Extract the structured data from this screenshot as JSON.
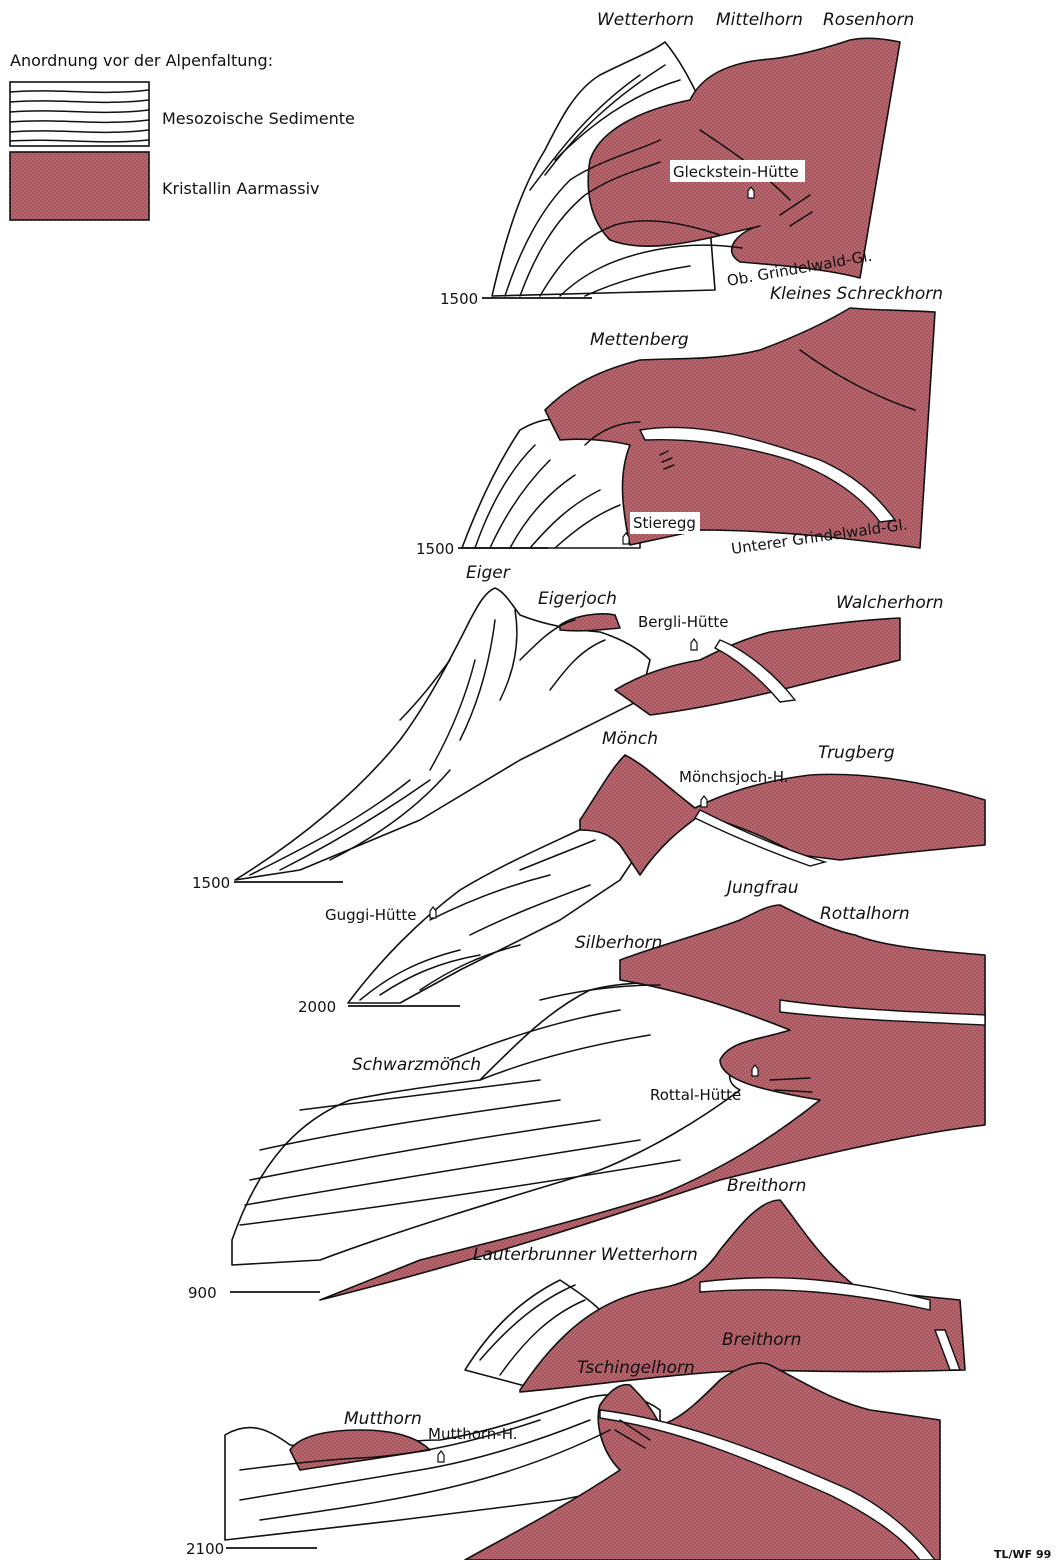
{
  "legend": {
    "title": "Anordnung vor der Alpenfaltung:",
    "items": [
      {
        "label": "Mesozoische Sedimente",
        "pattern": "white-lines"
      },
      {
        "label": "Kristallin Aarmassiv",
        "pattern": "red-stipple"
      }
    ]
  },
  "colors": {
    "crystalline": "#b8666e",
    "crystalline_dot": "#8e4048",
    "sediment": "#ffffff",
    "line": "#111111"
  },
  "sections": [
    {
      "peaks": [
        "Wetterhorn",
        "Mittelhorn",
        "Rosenhorn"
      ],
      "huts": [
        "Gleckstein-Hütte"
      ],
      "glacier": "Ob. Grindelwald-Gl.",
      "elevation": "1500"
    },
    {
      "peaks": [
        "Kleines Schreckhorn",
        "Mettenberg"
      ],
      "huts": [
        "Stieregg"
      ],
      "glacier": "Unterer Grindelwald-Gl.",
      "elevation": "1500"
    },
    {
      "peaks": [
        "Eiger",
        "Eigerjoch",
        "Walcherhorn"
      ],
      "huts": [
        "Bergli-Hütte"
      ],
      "elevation": "1500"
    },
    {
      "peaks": [
        "Mönch",
        "Trugberg"
      ],
      "huts": [
        "Mönchsjoch-H.",
        "Guggi-Hütte"
      ],
      "elevation": "2000"
    },
    {
      "peaks": [
        "Jungfrau",
        "Rottalhorn",
        "Silberhorn",
        "Schwarzmönch"
      ],
      "huts": [
        "Rottal-Hütte"
      ],
      "elevation": "900"
    },
    {
      "peaks": [
        "Breithorn",
        "Lauterbrunner Wetterhorn"
      ],
      "huts": []
    },
    {
      "peaks": [
        "Breithorn",
        "Tschingelhorn",
        "Mutthorn"
      ],
      "huts": [
        "Mutthorn-H."
      ],
      "elevation": "2100"
    }
  ],
  "credit": "TL/WF 99"
}
